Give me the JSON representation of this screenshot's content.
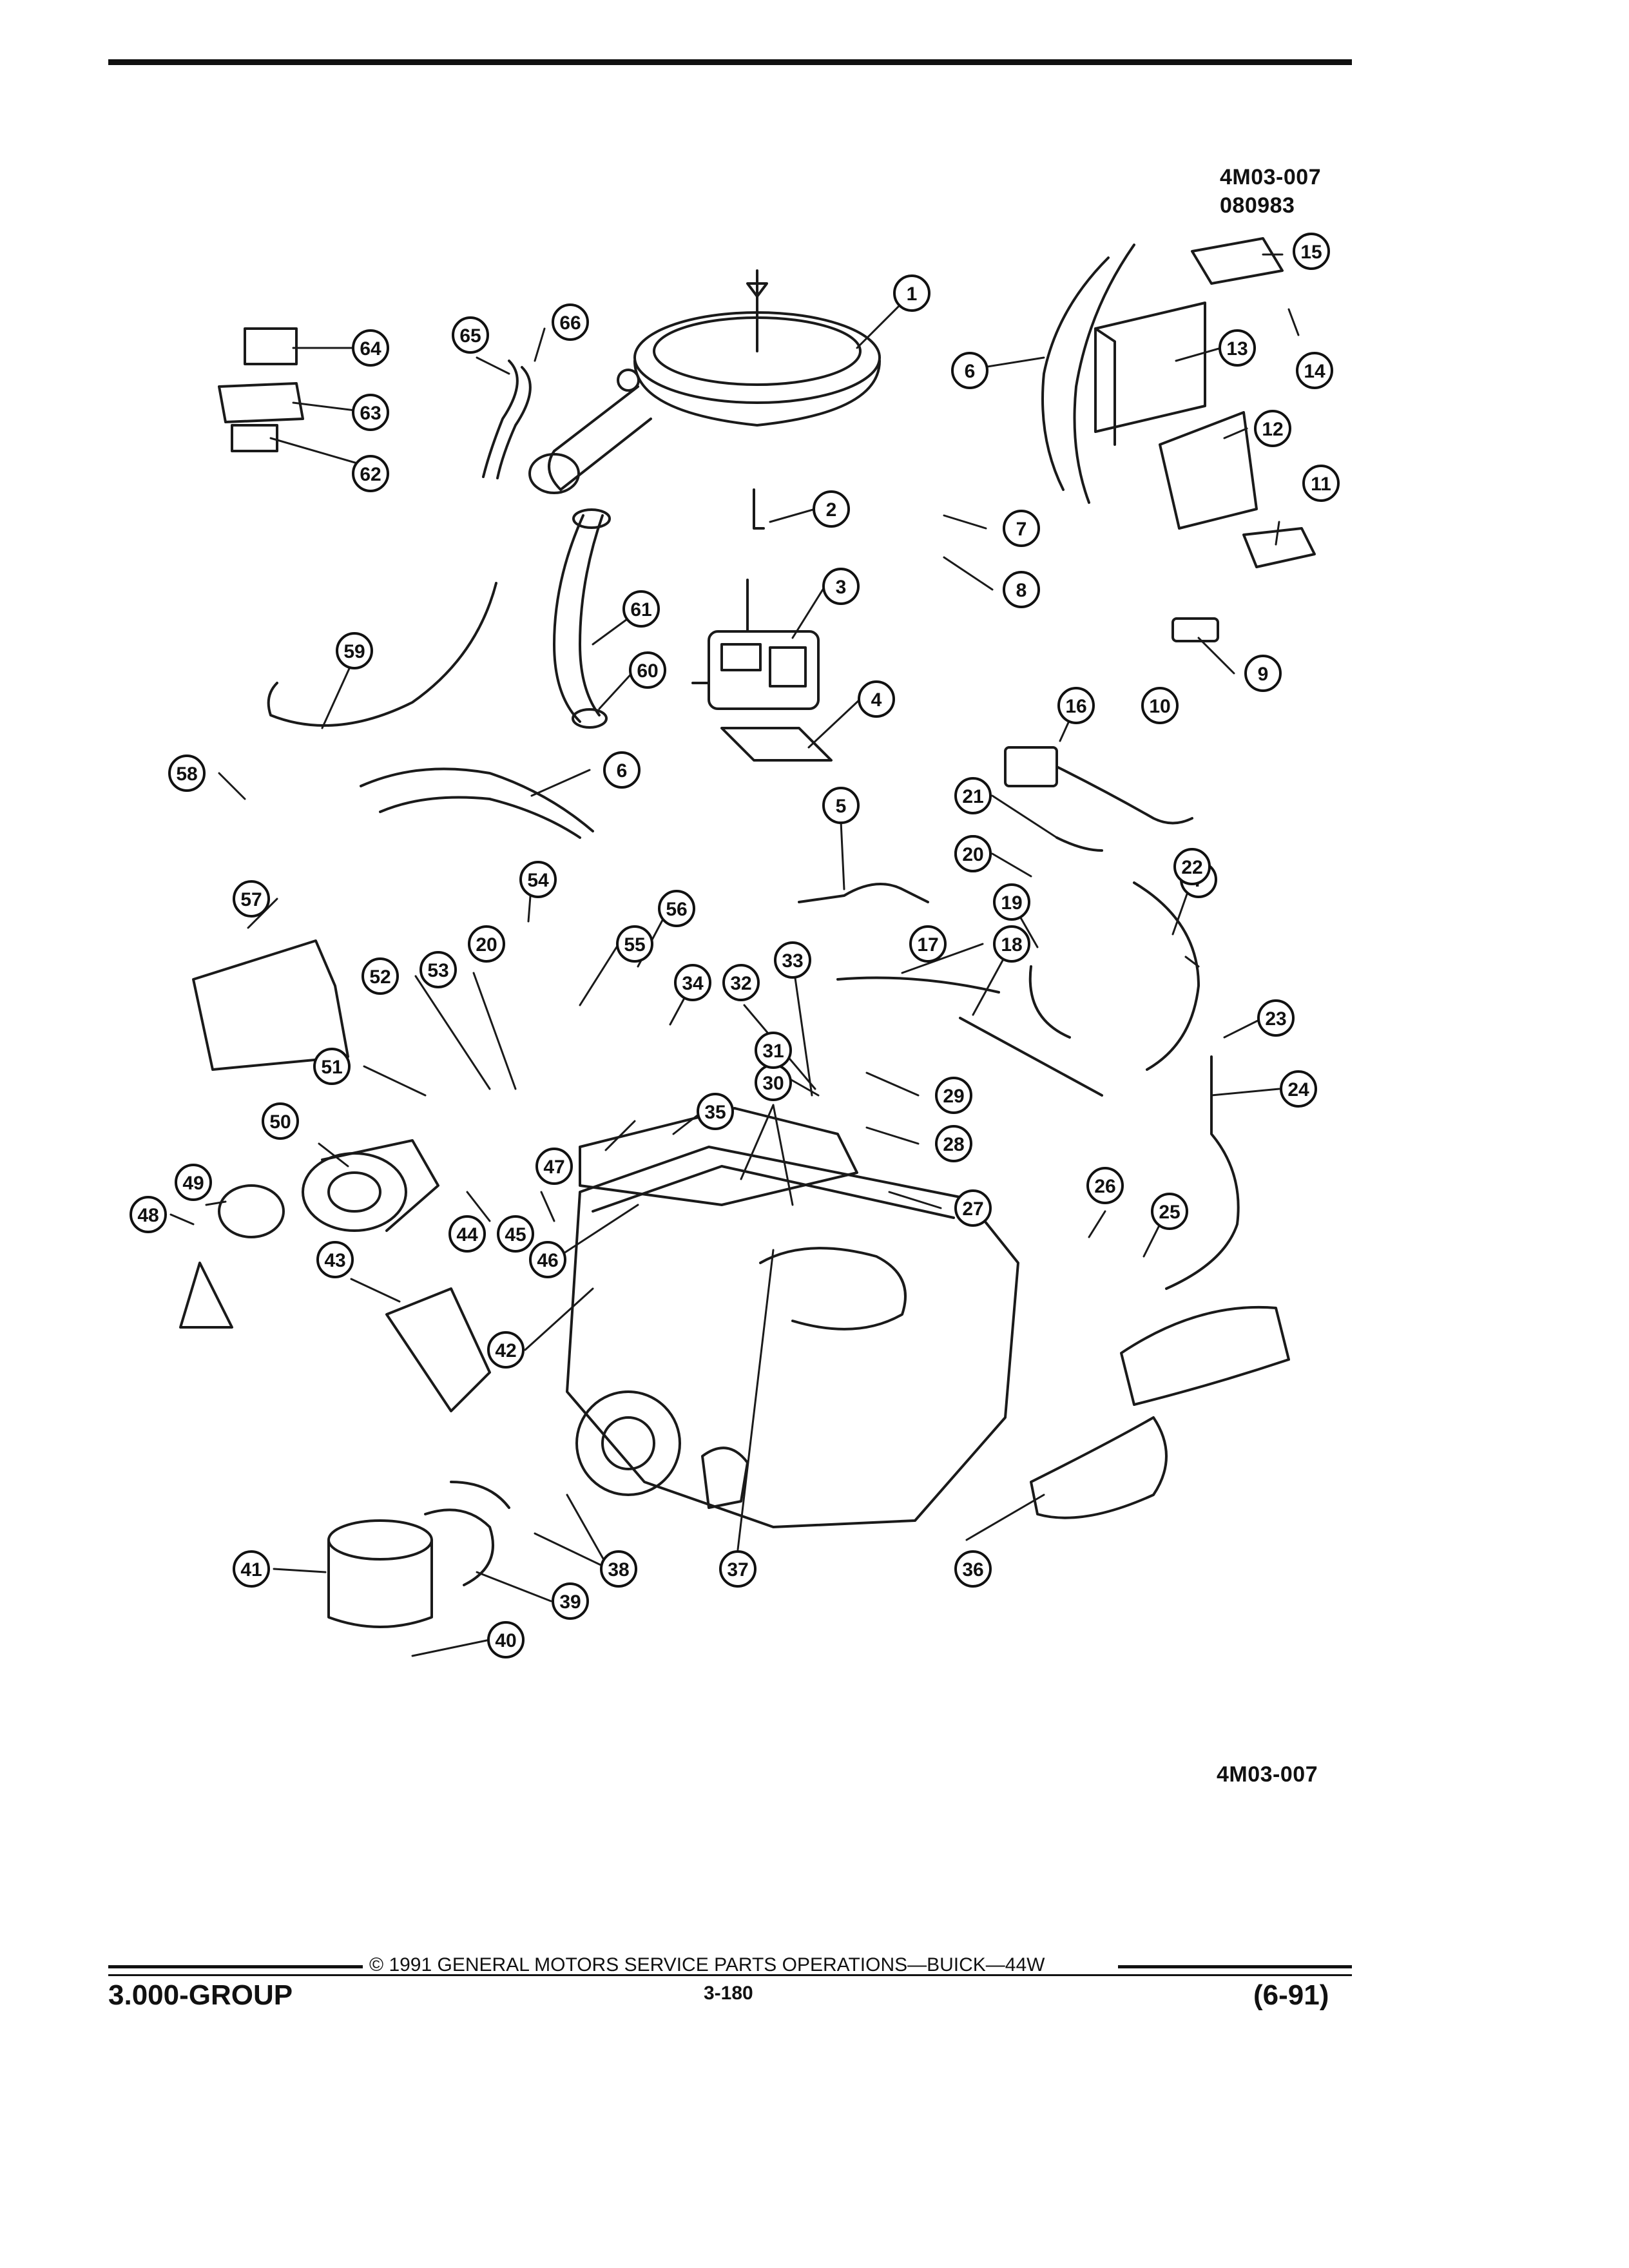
{
  "header": {
    "drawing_code": "4M03-007",
    "date_code": "080983"
  },
  "footer": {
    "copyright": "© 1991 GENERAL MOTORS SERVICE PARTS OPERATIONS—BUICK—44W",
    "group": "3.000-GROUP",
    "page_number": "3-180",
    "revision": "(6-91)",
    "drawing_code_bottom": "4M03-007"
  },
  "callouts": [
    "1",
    "2",
    "3",
    "4",
    "5",
    "6",
    "6",
    "7",
    "7",
    "8",
    "9",
    "10",
    "11",
    "12",
    "13",
    "14",
    "15",
    "16",
    "17",
    "18",
    "19",
    "20",
    "20",
    "20",
    "21",
    "22",
    "23",
    "24",
    "25",
    "26",
    "27",
    "28",
    "29",
    "30",
    "31",
    "32",
    "33",
    "34",
    "35",
    "36",
    "37",
    "38",
    "39",
    "40",
    "41",
    "42",
    "43",
    "44",
    "45",
    "46",
    "47",
    "48",
    "49",
    "50",
    "51",
    "52",
    "53",
    "54",
    "55",
    "56",
    "57",
    "58",
    "59",
    "60",
    "61",
    "62",
    "63",
    "64",
    "65",
    "66"
  ]
}
